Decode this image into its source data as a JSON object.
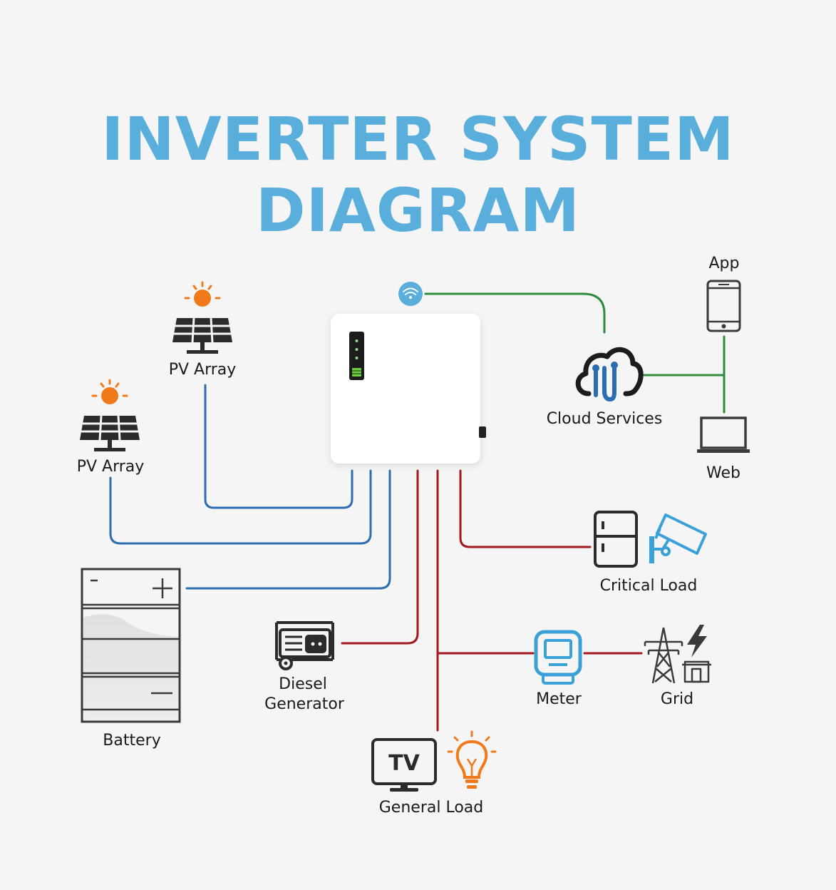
{
  "title": {
    "line1": "INVERTER SYSTEM",
    "line2": "DIAGRAM"
  },
  "nodes": {
    "pv_array_1": {
      "label": "PV Array",
      "icon": "solar-panel-icon"
    },
    "pv_array_2": {
      "label": "PV Array",
      "icon": "solar-panel-icon"
    },
    "battery": {
      "label": "Battery",
      "icon": "battery-icon"
    },
    "diesel_generator": {
      "line1": "Diesel",
      "line2": "Generator",
      "icon": "generator-icon"
    },
    "general_load": {
      "label": "General Load",
      "icons": [
        "tv-icon",
        "lightbulb-icon"
      ],
      "tv_text": "TV"
    },
    "meter": {
      "label": "Meter",
      "icon": "meter-icon"
    },
    "grid": {
      "label": "Grid",
      "icon": "power-tower-icon"
    },
    "critical_load": {
      "label": "Critical Load",
      "icons": [
        "refrigerator-icon",
        "security-camera-icon"
      ]
    },
    "cloud_services": {
      "label": "Cloud Services",
      "icon": "cloud-icon"
    },
    "app": {
      "label": "App",
      "icon": "smartphone-icon"
    },
    "web": {
      "label": "Web",
      "icon": "laptop-icon"
    },
    "inverter": {
      "icon": "inverter-icon"
    },
    "wifi": {
      "icon": "wifi-icon"
    }
  },
  "colors": {
    "title": "#5aaedb",
    "dc_line": "#2a6db0",
    "ac_line": "#a3181d",
    "comm_line": "#2e8b3a",
    "sun": "#f07a1a",
    "icon_blue": "#3aa0d8",
    "icon_dark": "#2b2b2b"
  }
}
